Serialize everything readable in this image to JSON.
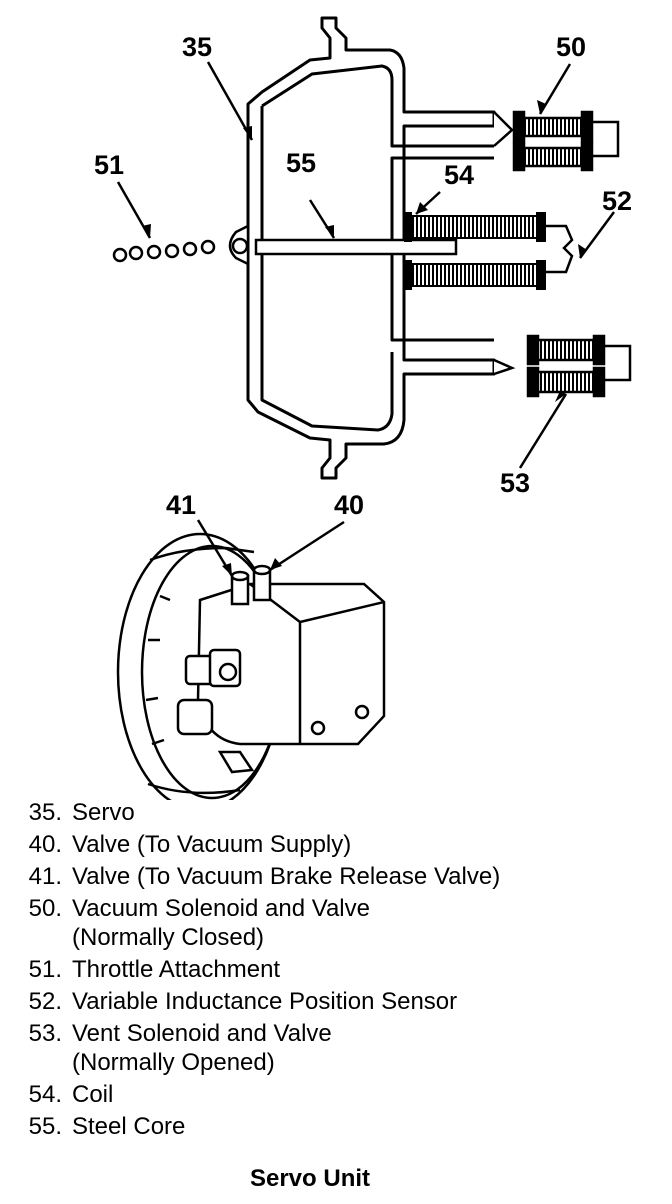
{
  "callouts": {
    "c35": "35",
    "c40": "40",
    "c41": "41",
    "c50": "50",
    "c51": "51",
    "c52": "52",
    "c53": "53",
    "c54": "54",
    "c55": "55"
  },
  "legend": [
    {
      "num": "35.",
      "text": "Servo",
      "text2": ""
    },
    {
      "num": "40.",
      "text": "Valve (To Vacuum Supply)",
      "text2": ""
    },
    {
      "num": "41.",
      "text": "Valve (To Vacuum Brake Release Valve)",
      "text2": ""
    },
    {
      "num": "50.",
      "text": "Vacuum Solenoid and Valve",
      "text2": "(Normally Closed)"
    },
    {
      "num": "51.",
      "text": "Throttle Attachment",
      "text2": ""
    },
    {
      "num": "52.",
      "text": "Variable Inductance Position Sensor",
      "text2": ""
    },
    {
      "num": "53.",
      "text": "Vent Solenoid and Valve",
      "text2": "(Normally Opened)"
    },
    {
      "num": "54.",
      "text": "Coil",
      "text2": ""
    },
    {
      "num": "55.",
      "text": "Steel Core",
      "text2": ""
    }
  ],
  "caption": "Servo Unit"
}
